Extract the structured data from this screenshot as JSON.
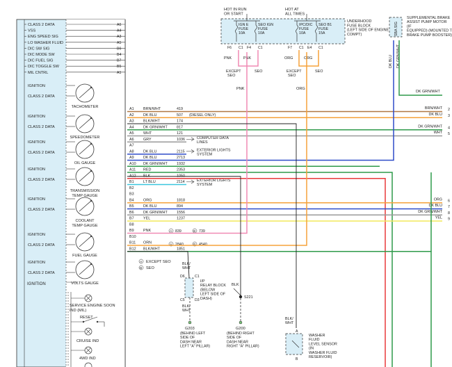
{
  "cluster": {
    "left_pins": [
      "CLASS 2 DATA",
      "VSS",
      "ENG SPEED SIG",
      "LO WASHER FLUID",
      "DIC SW SIG",
      "DIC MODE SW",
      "DIC FUEL SIG",
      "DIC TOGGLE SW",
      "MIL CNTRL"
    ],
    "left_pin_ids": [
      "A6",
      "A4",
      "A3",
      "A5",
      "B6",
      "B4",
      "B7",
      "B5",
      "A1"
    ],
    "gauges": [
      {
        "label": "TACHOMETER",
        "inputs": [
          "IGNITION",
          "CLASS 2 DATA"
        ]
      },
      {
        "label": "SPEEDOMETER",
        "inputs": [
          "IGNITION",
          "CLASS 2 DATA"
        ]
      },
      {
        "label": "OIL GAUGE",
        "inputs": [
          "IGNITION",
          "CLASS 2 DATA"
        ]
      },
      {
        "label": "TRANSMISSION TEMP GAUGE",
        "inputs": [
          "IGNITION",
          "CLASS 2 DATA"
        ]
      },
      {
        "label": "COOLANT TEMP GAUGE",
        "inputs": [
          "IGNITION",
          "CLASS 2 DATA"
        ]
      },
      {
        "label": "FUEL GAUGE",
        "inputs": [
          "IGNITION",
          "CLASS 2 DATA"
        ]
      },
      {
        "label": "VOLTS GAUGE",
        "inputs": [
          "IGNITION",
          "CLASS 2 DATA"
        ]
      }
    ],
    "ignition_label": "IGNITION",
    "indicators": [
      "SERVICE ENGINE SOON IND (MIL)",
      "RESET",
      "CRUISE IND",
      "4WD IND"
    ]
  },
  "fuse_block": {
    "hot_run": "HOT IN RUN OR START",
    "hot_always": "HOT AT ALL TIMES",
    "title": "UNDERHOOD FUSE BLOCK (LEFT SIDE OF ENGINE COMPT)",
    "fuses": [
      {
        "name": "IGN E FUSE 10A",
        "pin_in": "F6",
        "pin_out": "C1"
      },
      {
        "name": "SEO IGN FUSE 10A",
        "pin_in": "F4",
        "pin_out": "C1"
      },
      {
        "name": "IPC/DIC FUSE 10A",
        "pin_in": "F7",
        "pin_out": "C1"
      },
      {
        "name": "SEO B1 FUSE 15A",
        "pin_in": "E4",
        "pin_out": "C1"
      }
    ],
    "wire_colors": [
      "PNK",
      "PNK",
      "ORG",
      "ORG"
    ],
    "except_seo": "EXCEPT SEO",
    "seo": "SEO",
    "pnk_label": "PNK",
    "org_label": "ORG"
  },
  "sba": {
    "label": "SBA SIG",
    "title": "SUPPLEMENTAL BRAKE ASSIST PUMP MOTOR (IF EQUIPPED) (MOUNTED TO BRAKE PUMP BOOSTER)",
    "wire1": "DK BLU",
    "wire2": "DK GRN/WHT"
  },
  "connector_rows": [
    {
      "pin": "A1",
      "color": "BRN/WHT",
      "circuit": "419",
      "note": "",
      "right": "BRN/WHT",
      "num": "2"
    },
    {
      "pin": "A2",
      "color": "DK BLU",
      "circuit": "507",
      "note": "(DIESEL ONLY)",
      "right": "DK BLU",
      "num": "3"
    },
    {
      "pin": "A3",
      "color": "BLK/WHT",
      "circuit": "174",
      "note": "",
      "right": "",
      "num": ""
    },
    {
      "pin": "A4",
      "color": "DK GRN/WHT",
      "circuit": "817",
      "note": "",
      "right": "DK GRN/WHT",
      "num": "4"
    },
    {
      "pin": "A5",
      "color": "WHT",
      "circuit": "121",
      "note": "",
      "right": "WHT",
      "num": "5"
    },
    {
      "pin": "A6",
      "color": "GRY",
      "circuit": "1036",
      "note": "COMPUTER DATA LINES",
      "right": "",
      "num": ""
    },
    {
      "pin": "A7",
      "color": "",
      "circuit": "",
      "note": "",
      "right": "",
      "num": ""
    },
    {
      "pin": "A8",
      "color": "DK BLU",
      "circuit": "2115",
      "note": "EXTERIOR LIGHTS SYSTEM",
      "right": "",
      "num": ""
    },
    {
      "pin": "A9",
      "color": "DK BLU",
      "circuit": "2713",
      "note": "",
      "right": "",
      "num": ""
    },
    {
      "pin": "A10",
      "color": "DK GRN/WHT",
      "circuit": "1932",
      "note": "",
      "right": "",
      "num": ""
    },
    {
      "pin": "A11",
      "color": "RED",
      "circuit": "2353",
      "note": "",
      "right": "",
      "num": ""
    },
    {
      "pin": "A12",
      "color": "BLK",
      "circuit": "1050",
      "note": "",
      "right": "",
      "num": ""
    },
    {
      "pin": "B1",
      "color": "LT BLU",
      "circuit": "2114",
      "note": "EXTERIOR LIGHTS SYSTEM",
      "right": "",
      "num": ""
    },
    {
      "pin": "B2",
      "color": "",
      "circuit": "",
      "note": "",
      "right": "",
      "num": ""
    },
    {
      "pin": "B3",
      "color": "",
      "circuit": "",
      "note": "",
      "right": "",
      "num": ""
    },
    {
      "pin": "B4",
      "color": "ORG",
      "circuit": "1818",
      "note": "",
      "right": "ORG",
      "num": "6"
    },
    {
      "pin": "B5",
      "color": "DK BLU",
      "circuit": "894",
      "note": "",
      "right": "DK BLU",
      "num": "7"
    },
    {
      "pin": "B6",
      "color": "DK GRN/WHT",
      "circuit": "1556",
      "note": "",
      "right": "DK GRN/WHT",
      "num": "8"
    },
    {
      "pin": "B7",
      "color": "YEL",
      "circuit": "1237",
      "note": "",
      "right": "YEL",
      "num": "9"
    },
    {
      "pin": "B8",
      "color": "",
      "circuit": "",
      "note": "",
      "right": "",
      "num": ""
    },
    {
      "pin": "B9",
      "color": "PNK",
      "circuit": "",
      "note": "",
      "right": "",
      "num": ""
    },
    {
      "pin": "B10",
      "color": "",
      "circuit": "",
      "note": "",
      "right": "",
      "num": ""
    },
    {
      "pin": "B11",
      "color": "ORN",
      "circuit": "",
      "note": "",
      "right": "",
      "num": ""
    },
    {
      "pin": "B12",
      "color": "BLK/WHT",
      "circuit": "1851",
      "note": "",
      "right": "",
      "num": ""
    }
  ],
  "b9_notes": [
    "839",
    "739"
  ],
  "b9_marks": [
    "A",
    "B"
  ],
  "b11_notes": [
    "2840",
    "4540"
  ],
  "b11_marks": [
    "A",
    "B"
  ],
  "legend": [
    {
      "mark": "A",
      "text": "EXCEPT SEO"
    },
    {
      "mark": "B",
      "text": "SEO"
    }
  ],
  "relay": {
    "top_wire": "BLK/ WHT",
    "pin_top": "D6",
    "pin_top2": "C1",
    "pin_bot": "C5",
    "pin_bot2": "D3",
    "label": "I/P RELAY BLOCK (BELOW LEFT SIDE OF DASH)",
    "bottom_wire": "BLK/ WHT"
  },
  "ground_g203": {
    "id": "G203",
    "desc": "(BEHIND LEFT SIDE OF DASH NEAR LEFT \"A\" PILLAR)"
  },
  "blk_label": "BLK",
  "splice": {
    "id": "S221"
  },
  "ground_g200": {
    "id": "G200",
    "desc": "(BEHIND RIGHT SIDE OF DASH NEAR RIGHT \"A\" PILLAR)"
  },
  "washer": {
    "wire": "BLK/ WHT",
    "pin_top": "A",
    "pin_bot": "B",
    "label": "WASHER FLUID LEVEL SENSOR (IN WASHER FLUID RESERVOIR)"
  },
  "colors": {
    "orange": "#f5a23a",
    "pink": "#f08ab4",
    "blue": "#2e4bc8",
    "green": "#2e9a4a",
    "brown": "#b07844",
    "yellow": "#f2e85a",
    "red": "#e8383a",
    "cyan": "#3ac6de",
    "gray": "#9a9a9a",
    "black": "#222222",
    "panel_fill": "#d9eef7",
    "ground_green": "#7cc57c"
  }
}
